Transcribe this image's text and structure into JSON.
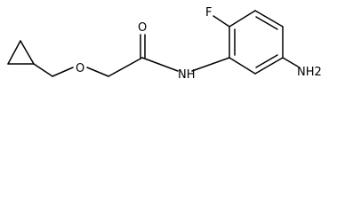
{
  "molecule": {
    "atoms": {
      "fluorine": "F",
      "oxygen_carbonyl": "O",
      "oxygen_ether": "O",
      "amide_nh": "NH",
      "amino": "NH2"
    }
  }
}
